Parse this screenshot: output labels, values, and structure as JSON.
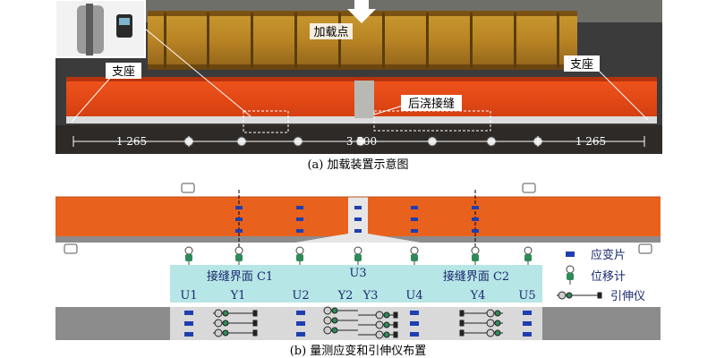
{
  "photo": {
    "label_load_point": "加载点",
    "label_support_left": "支座",
    "label_support_right": "支座",
    "label_joint": "后浇接缝",
    "dim_left": "1 265",
    "dim_center": "3 500",
    "dim_right": "1 265",
    "caption": "(a) 加载装置示意图"
  },
  "schematic": {
    "interface_left": "接缝界面 C1",
    "interface_right": "接缝界面 C2",
    "u3": "U3",
    "bottom_labels": [
      "U1",
      "Y1",
      "U2",
      "Y2",
      "Y3",
      "U4",
      "Y4",
      "U5"
    ],
    "caption": "(b) 量测应变和引伸仪布置"
  },
  "legend": {
    "strain_gauge": "应变片",
    "displacement_meter": "位移计",
    "extensometer": "引伸仪"
  },
  "colors": {
    "beam_orange": "#e8621e",
    "strain_blue": "#1f3fb0",
    "interface_cyan": "#b7e6e6",
    "flange_gray": "#8c8c8c"
  }
}
